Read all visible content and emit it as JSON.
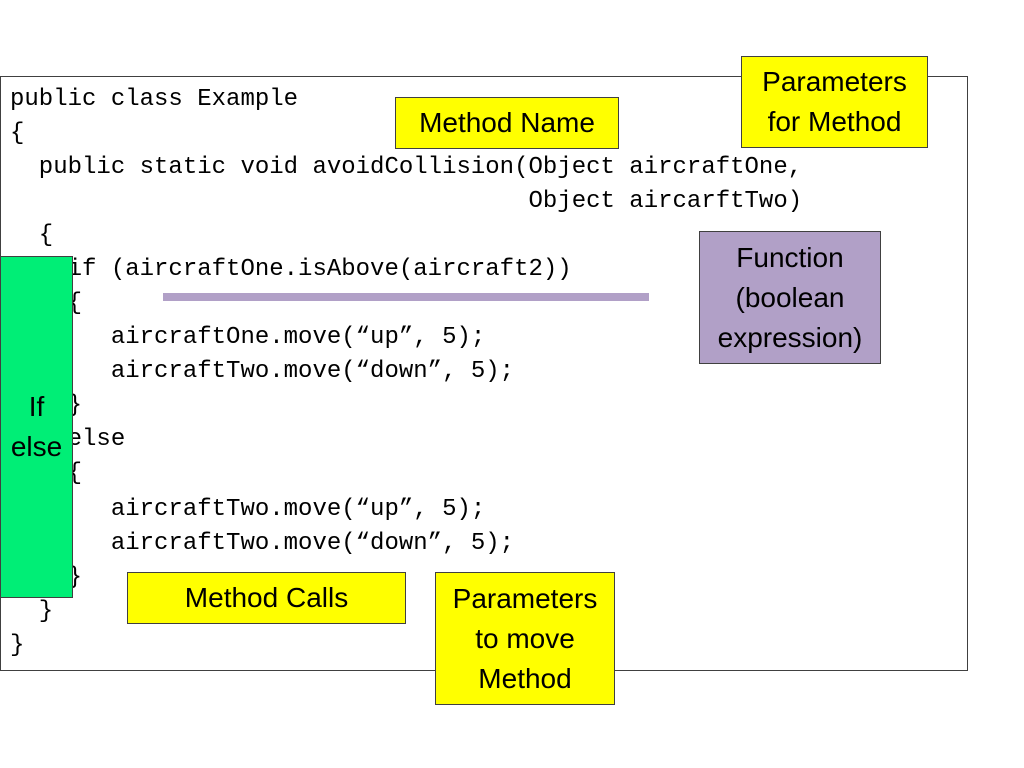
{
  "code": {
    "lines": [
      "public class Example",
      "{",
      "  public static void avoidCollision(Object aircraftOne,",
      "                                    Object aircarftTwo)",
      "  {",
      "    if (aircraftOne.isAbove(aircraft2))",
      "    {",
      "       aircraftOne.move(“up”, 5);",
      "       aircraftTwo.move(“down”, 5);",
      "    }",
      "    else",
      "    {",
      "       aircraftTwo.move(“up”, 5);",
      "       aircraftTwo.move(“down”, 5);",
      "    }",
      "  }",
      "}"
    ]
  },
  "callouts": {
    "method_name": "Method Name",
    "parameters_for_method": "Parameters\nfor Method",
    "function_boolean": "Function\n(boolean\nexpression)",
    "if_else": "If\nelse",
    "method_calls": "Method Calls",
    "parameters_to_move": "Parameters\nto move\nMethod"
  },
  "colors": {
    "callout_yellow": "#ffff00",
    "callout_purple": "#b1a0c7",
    "callout_green": "#00ee76",
    "underline": "#b1a0c7"
  }
}
